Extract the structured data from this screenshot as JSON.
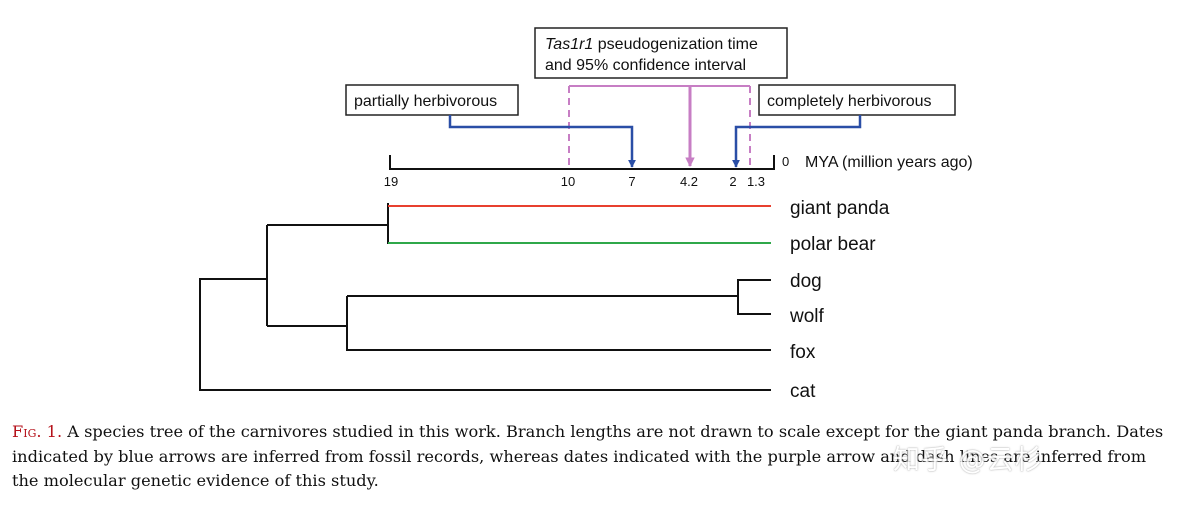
{
  "callouts": {
    "tas1r1_italic": "Tas1r1",
    "tas1r1_line1_rest": " pseudogenization time",
    "tas1r1_line2": "and 95% confidence interval",
    "partial": "partially herbivorous",
    "complete": "completely herbivorous"
  },
  "timeline": {
    "unit_label": "MYA (million years ago)",
    "ticks": [
      "19",
      "10",
      "7",
      "4.2",
      "2",
      "1.3",
      "0"
    ]
  },
  "species": [
    "giant panda",
    "polar bear",
    "dog",
    "wolf",
    "fox",
    "cat"
  ],
  "colors": {
    "blue_arrow": "#2a4ea6",
    "purple_arrow": "#c77ec4",
    "giant_panda_branch": "#e8402f",
    "polar_bear_branch": "#2fa84a",
    "caption_label": "#b5121b"
  },
  "caption": {
    "label": "Fig. 1.",
    "text": " A species tree of the carnivores studied in this work. Branch lengths are not drawn to scale except for the giant panda branch. Dates indicated by blue arrows are inferred from fossil records, whereas dates indicated with the purple arrow and dash lines are inferred from the molecular genetic evidence of this study."
  },
  "watermark": "知乎 @云杉"
}
